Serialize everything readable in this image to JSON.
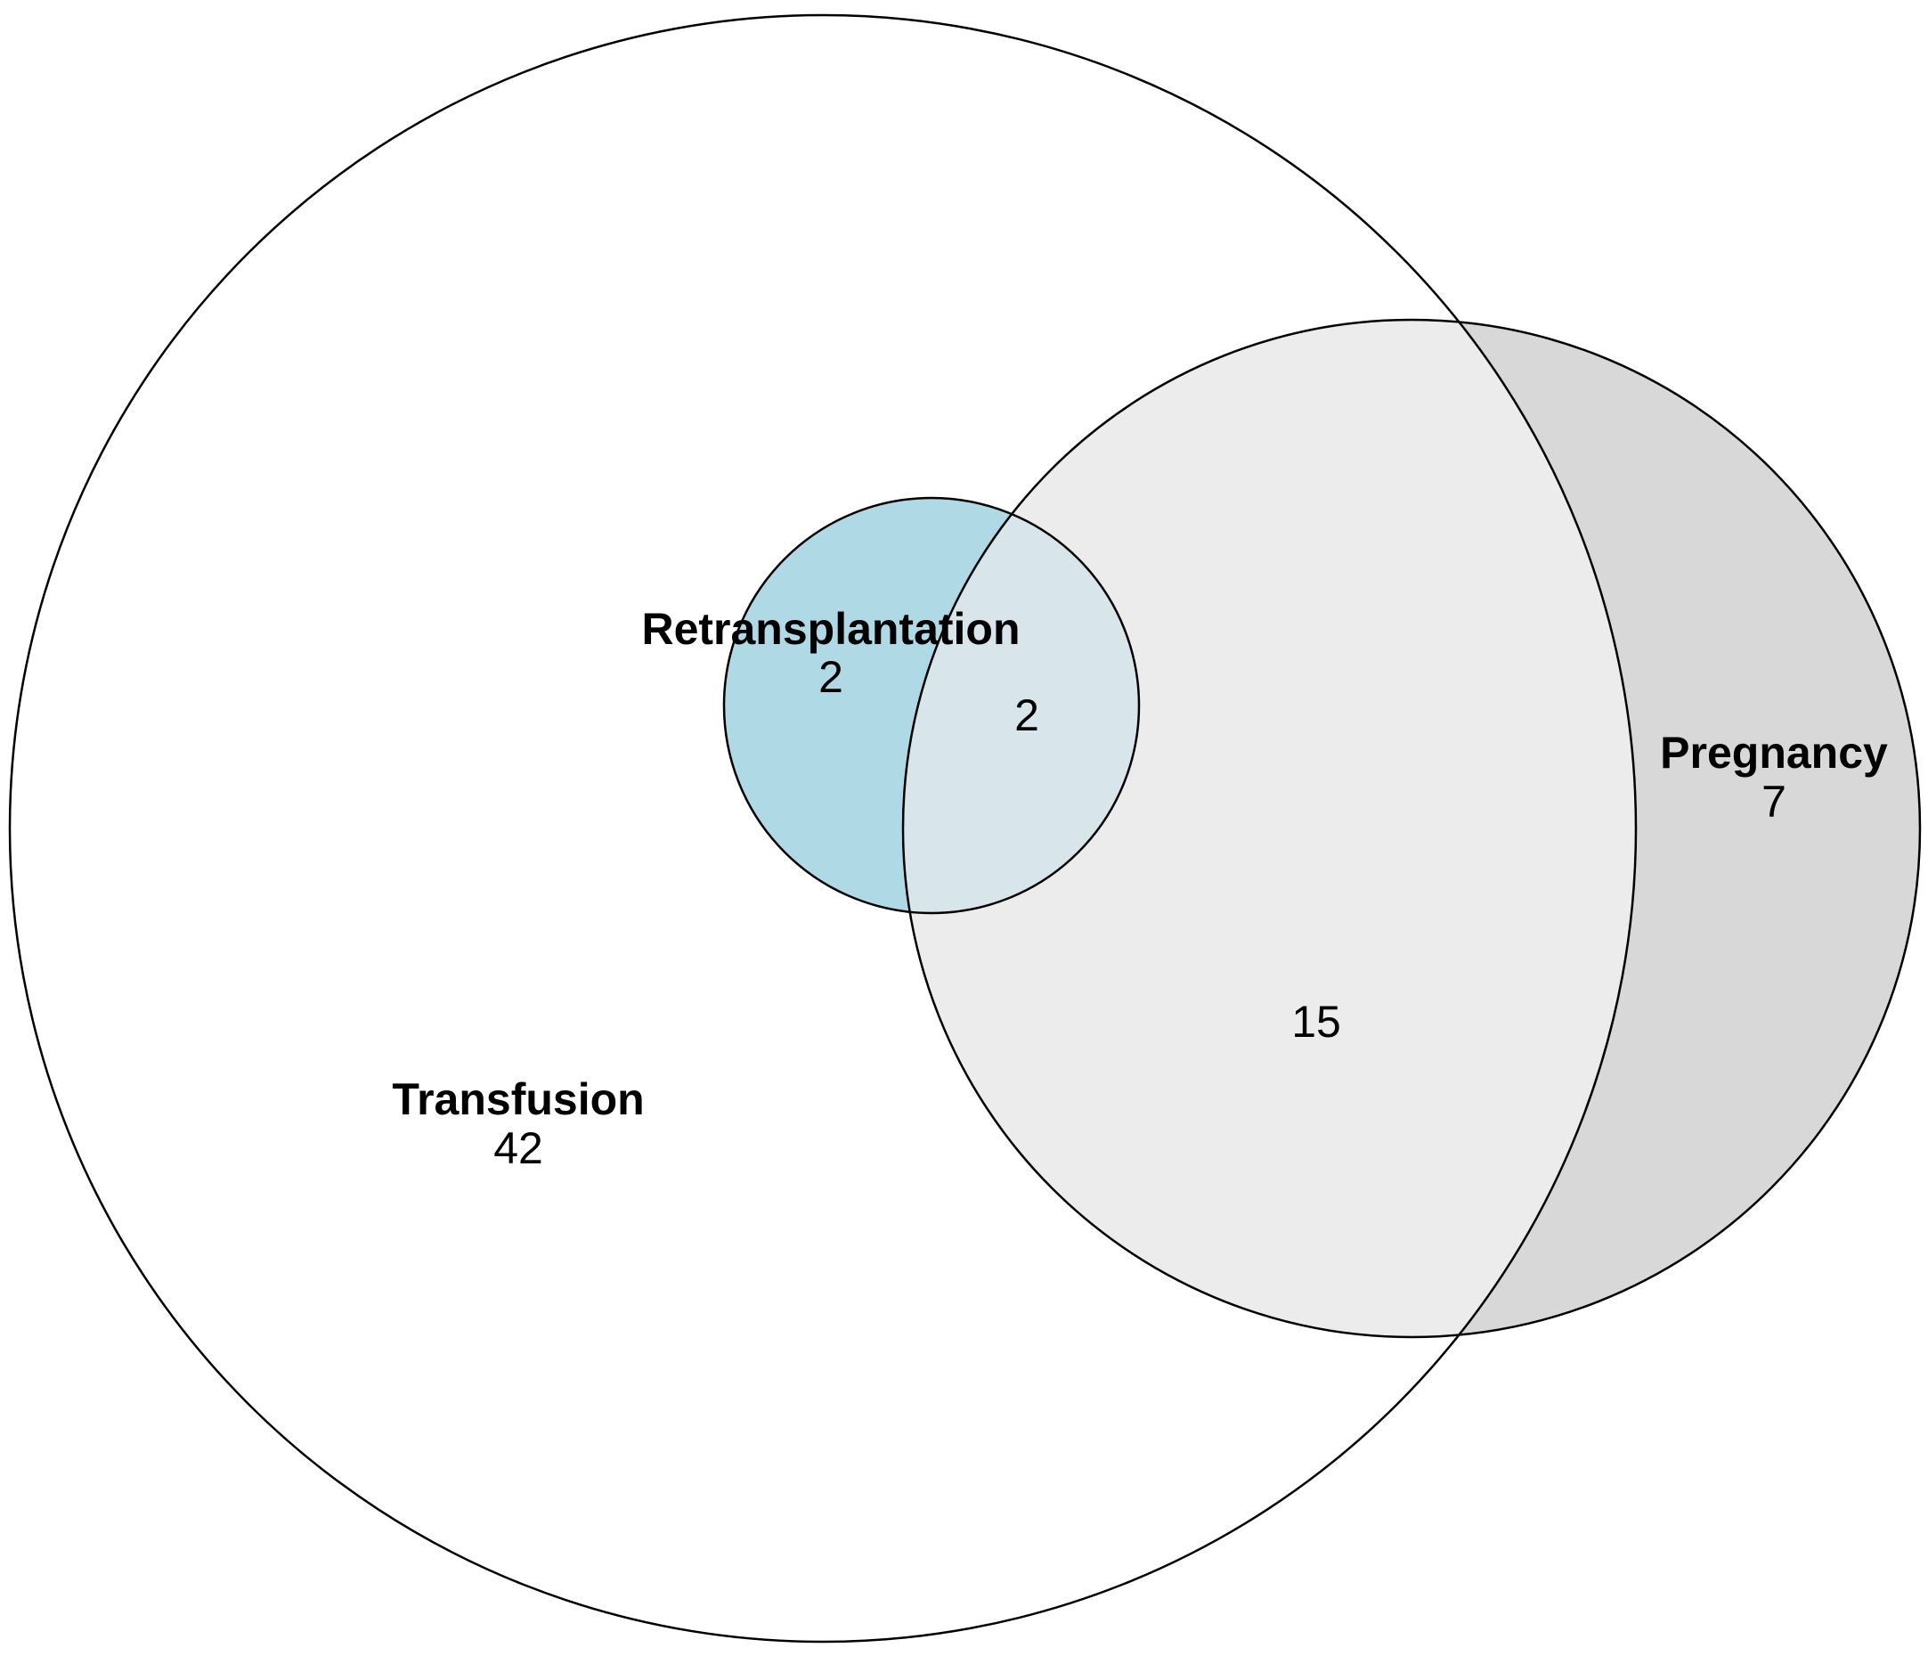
{
  "venn": {
    "sets": {
      "transfusion": {
        "label": "Transfusion",
        "only_count": "42"
      },
      "retransplantation": {
        "label": "Retransplantation",
        "only_count": "2"
      },
      "pregnancy": {
        "label": "Pregnancy",
        "only_count": "7"
      }
    },
    "intersections": {
      "all_three": "2",
      "transfusion_pregnancy": "15"
    },
    "colors": {
      "background": "#ffffff",
      "transfusion_fill": "#ffffff",
      "retransplantation_only_fill": "#b0d9e6",
      "pregnancy_only_fill": "#d8d8d8",
      "transfusion_pregnancy_fill": "#ececec",
      "all_three_fill": "#d8e6ec",
      "outline": "#000000"
    }
  }
}
